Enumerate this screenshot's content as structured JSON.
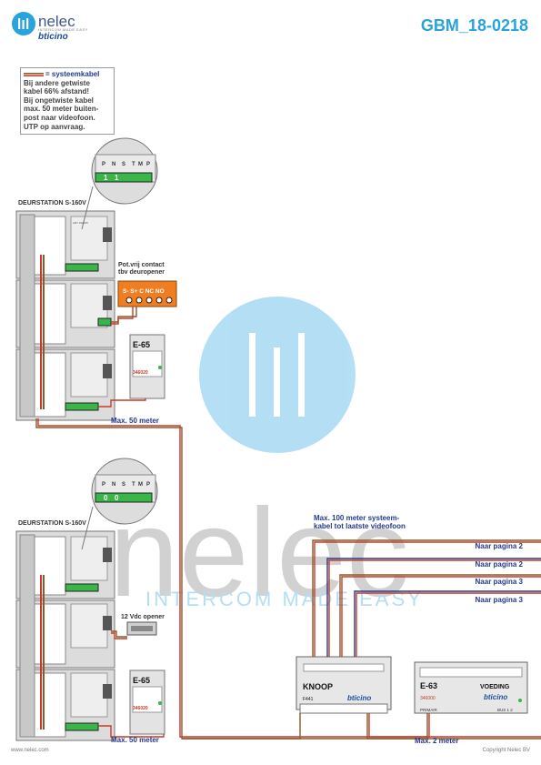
{
  "header": {
    "logo_text": "nelec",
    "tagline": "INTERCOM MADE EASY",
    "brand": "bticino",
    "doc_code": "GBM_18-0218"
  },
  "note": {
    "legend_label": "= systeemkabel",
    "lines": [
      "Bij andere getwiste",
      "kabel 66% afstand!",
      "Bij ongetwiste kabel",
      "max. 50 meter buiten-",
      "post naar videofoon.",
      "UTP op aanvraag."
    ]
  },
  "station_top": {
    "title": "DEURSTATION S-160V",
    "zoom_terminals": [
      "P",
      "N",
      "S",
      "T",
      "M",
      "P"
    ],
    "zoom_values": [
      "1",
      "1"
    ],
    "module_code": "ART 332045",
    "contact_title_1": "Pot.vrij contact",
    "contact_title_2": "tbv deuropener",
    "contact_terminals": "S-  S+ C NC NO",
    "psu_label": "E-65",
    "psu_code": "346020",
    "distance": "Max. 50 meter"
  },
  "station_bottom": {
    "title": "DEURSTATION S-160V",
    "zoom_terminals": [
      "P",
      "N",
      "S",
      "T",
      "M",
      "P"
    ],
    "zoom_values": [
      "0",
      "0"
    ],
    "opener_label": "12 Vdc opener",
    "psu_label": "E-65",
    "psu_code": "346020",
    "distance": "Max. 50 meter"
  },
  "system": {
    "cable_note_1": "Max. 100 meter systeem-",
    "cable_note_2": "kabel tot laatste videofoon",
    "pages": [
      "Naar pagina 2",
      "Naar pagina 2",
      "Naar pagina 3",
      "Naar pagina 3"
    ],
    "knoop_label": "KNOOP",
    "knoop_code": "F441",
    "knoop_brand": "bticino",
    "supply_label": "E-63",
    "supply_title": "VOEDING",
    "supply_code": "346000",
    "supply_brand": "bticino",
    "supply_primary": "PRIMAIR",
    "supply_out": "BUS 1  2",
    "supply_distance": "Max. 2 meter"
  },
  "watermark": {
    "word": "nelec",
    "tagline": "INTERCOM MADE EASY"
  },
  "footer": {
    "website": "www.nelec.com",
    "copyright": "Copyright Nelec BV"
  },
  "colors": {
    "accent": "#29a3de",
    "brand_blue": "#233a8c",
    "cable_brown": "#8a5a2a",
    "cable_red": "#c43c2a",
    "terminal_green": "#39b54a",
    "opener_orange": "#ef7d22",
    "watermark_blue": "#a8d9f3"
  }
}
